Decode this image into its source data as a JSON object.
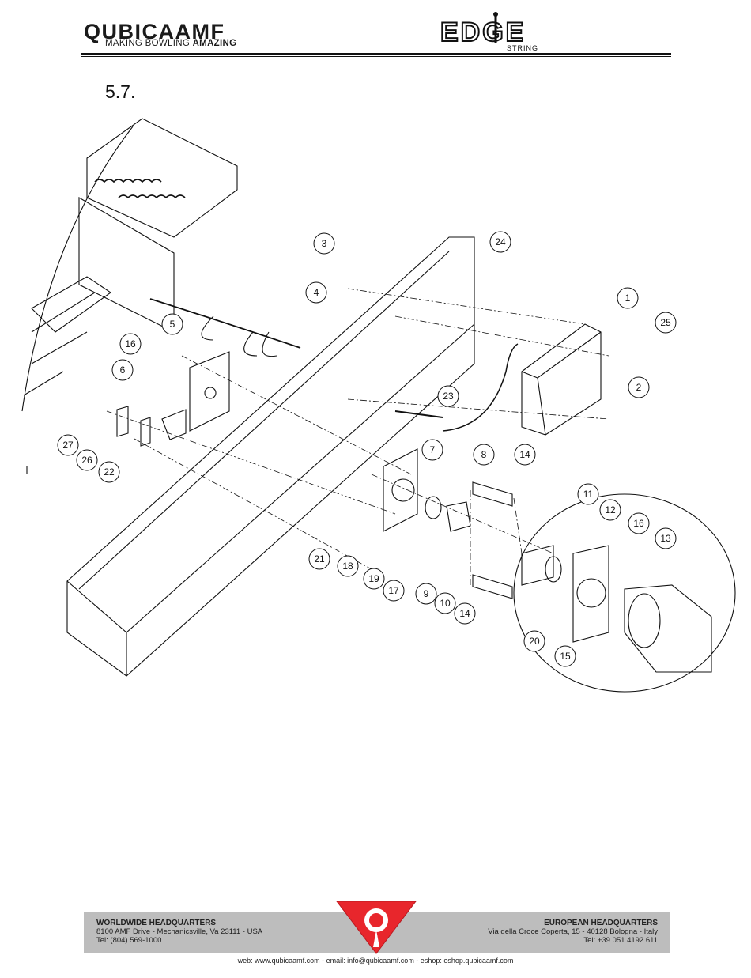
{
  "header": {
    "brand_name": "QUBICAAMF",
    "brand_tagline_plain": "MAKING BOWLING ",
    "brand_tagline_bold": "AMAZING",
    "product_name": "EDGE",
    "product_sub": "STRING"
  },
  "section_number": "5.7.",
  "diagram": {
    "callouts": [
      "1",
      "2",
      "3",
      "4",
      "5",
      "6",
      "7",
      "8",
      "9",
      "10",
      "11",
      "12",
      "13",
      "14",
      "14",
      "15",
      "16",
      "16",
      "17",
      "18",
      "19",
      "20",
      "21",
      "22",
      "23",
      "24",
      "25",
      "26",
      "27"
    ]
  },
  "footer": {
    "left_title": "WORLDWIDE HEADQUARTERS",
    "left_line1": "8100 AMF Drive - Mechanicsville, Va 23111 - USA",
    "left_line2": "Tel: (804) 569-1000",
    "right_title": "EUROPEAN HEADQUARTERS",
    "right_line1": "Via della Croce Coperta, 15 - 40128 Bologna - Italy",
    "right_line2": "Tel: +39 051.4192.611",
    "web_line": "web: www.qubicaamf.com - email: info@qubicaamf.com - eshop: eshop.qubicaamf.com"
  },
  "colors": {
    "accent_red": "#e8262c",
    "band_gray": "#bdbdbd",
    "ink": "#111111"
  }
}
